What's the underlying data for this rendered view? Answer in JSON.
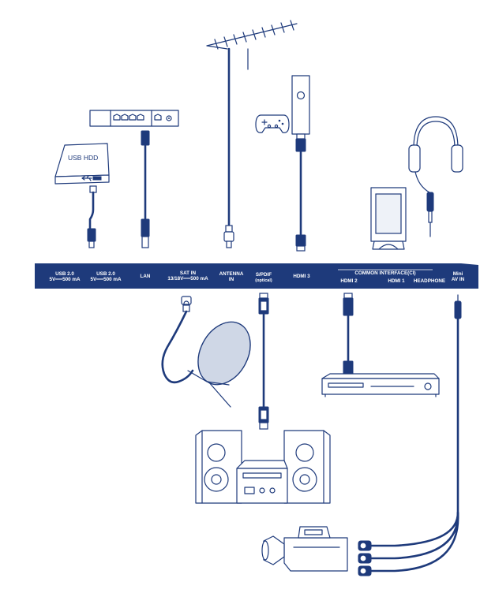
{
  "ports": {
    "usb1_line1": "USB 2.0",
    "usb1_line2": "5V══500 mA",
    "usb2_line1": "USB 2.0",
    "usb2_line2": "5V══500 mA",
    "lan": "LAN",
    "sat_line1": "SAT IN",
    "sat_line2": "13/18V══500 mA",
    "antenna_line1": "ANTENNA",
    "antenna_line2": "IN",
    "spdif_line1": "S/PDIF",
    "spdif_line2": "(optical)",
    "hdmi3": "HDMI 3",
    "ci": "COMMON INTERFACE(CI)",
    "hdmi2": "HDMI 2",
    "hdmi1": "HDMI 1",
    "headphone": "HEADPHONE",
    "avin_line1": "Mini",
    "avin_line2": "AV IN"
  },
  "devices": {
    "usb_hdd_label": "USB HDD"
  },
  "colors": {
    "panel": "#1e3a7b",
    "lines": "#1e3a7b",
    "background": "#ffffff"
  }
}
